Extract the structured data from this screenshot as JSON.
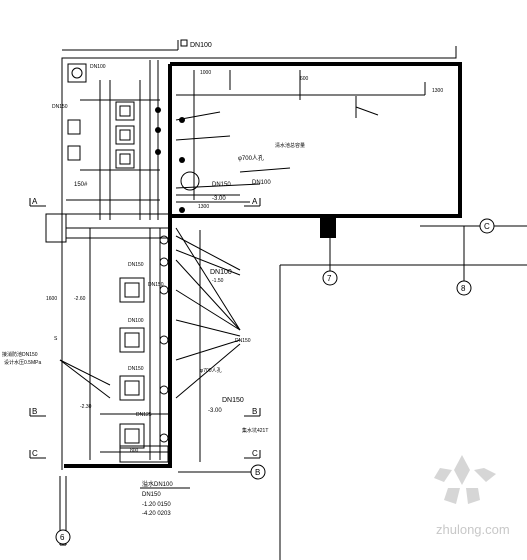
{
  "top_labels": {
    "pipe_top": "DN100",
    "dn100_left": "DN100",
    "dn150_left": "DN150",
    "label_150": "150#"
  },
  "tank": {
    "inner_label": "清水池总容量",
    "dim_1000": "1000",
    "dim_1300": "1300",
    "dim_600": "600",
    "manhole": "φ700人孔",
    "pipe_dn100": "DN100",
    "pipe_dn150": "DN150",
    "elev_300": "-3.00",
    "elev_1300": "1300"
  },
  "section_marks": {
    "a_left": "A",
    "a_right": "A",
    "b_left": "B",
    "b_right": "B",
    "c_left": "C",
    "c_right": "C"
  },
  "axes": {
    "axis_c": "C",
    "axis_7": "7",
    "axis_8": "8",
    "axis_6": "6",
    "axis_b": "B"
  },
  "pump_room": {
    "dn100_mid": "DN100",
    "elev_150": "-1.50",
    "dn150_a": "DN150",
    "dn150_b": "DN150",
    "dn100_b": "DN100",
    "dn150_c": "DN150",
    "dn150_d": "DN150",
    "manhole2": "φ700人孔",
    "elev_300b": "-3.00",
    "dn150_e": "DN150",
    "label_ft": "集水坑421T",
    "pump_dn125": "DN125",
    "pump_800": "800",
    "label_s": "S",
    "elev_260": "-2.60",
    "elev_230": "-2.30",
    "elev_1600": "1600",
    "note_left": "接消防池DN150",
    "note_left2": "设计水压0.5MPa"
  },
  "bottom_notes": {
    "line1": "溢水DN100",
    "line2": "DN150",
    "line3": "-1.20  0150",
    "line4": "-4.20  0203"
  },
  "watermark": "zhulong.com"
}
